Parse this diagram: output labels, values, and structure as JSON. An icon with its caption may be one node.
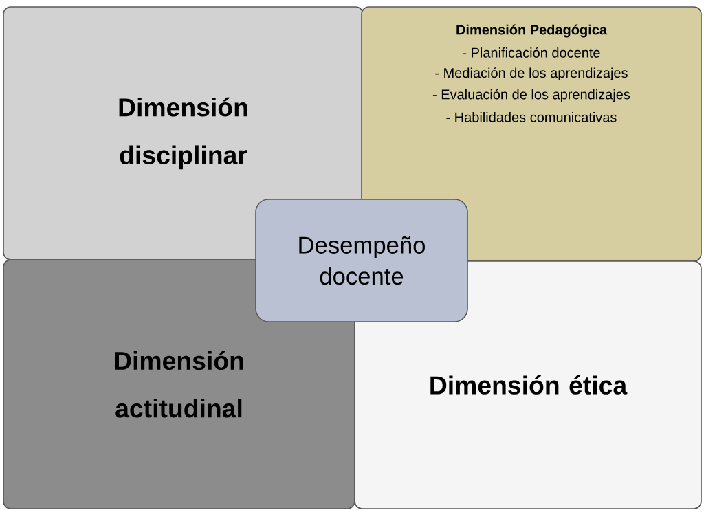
{
  "diagram": {
    "nodes": [
      {
        "text": [
          "Dimensión disciplinar"
        ]
      },
      {
        "text": [
          "Dimensión Pedagógica",
          "- Planificación docente",
          "- Mediación de los aprendizajes",
          "- Evaluación de los aprendizajes",
          "- Habilidades comunicativas"
        ]
      },
      {
        "text": [
          "Desempeño docente"
        ]
      },
      {
        "text": [
          "Dimensión actitudinal"
        ]
      },
      {
        "text": [
          "Dimensión ética"
        ]
      }
    ]
  }
}
